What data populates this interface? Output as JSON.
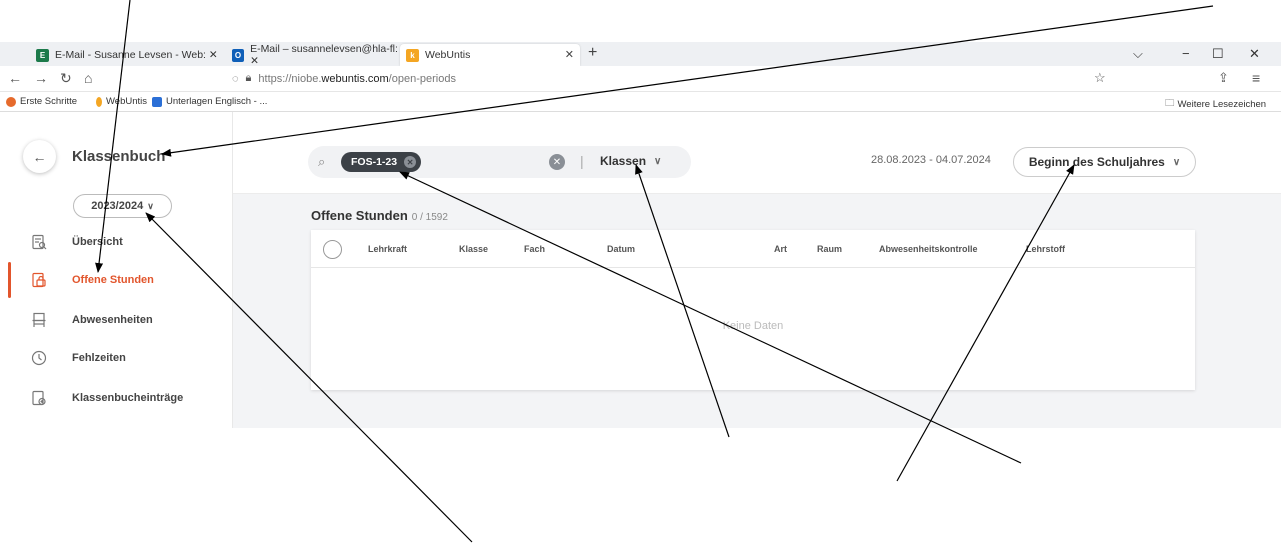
{
  "browser": {
    "tabs": [
      {
        "label": "E-Mail - Susanne Levsen - Web: ✕",
        "x": 0
      },
      {
        "label": "E-Mail – susannelevsen@hla-fl: ✕",
        "x": 0
      },
      {
        "label": "WebUntis",
        "x": 0
      }
    ],
    "new_tab": "+",
    "url_prefix": "https://niobe.",
    "url_domain": "webuntis.com",
    "url_path": "/open-periods",
    "bookmarks": [
      "Erste Schritte",
      "WebUntis",
      "Unterlagen Englisch - ..."
    ],
    "other_bookmarks": "Weitere Lesezeichen"
  },
  "sidebar": {
    "title": "Klassenbuch",
    "school_year": "2023/2024",
    "items": [
      {
        "label": "Übersicht"
      },
      {
        "label": "Offene Stunden"
      },
      {
        "label": "Abwesenheiten"
      },
      {
        "label": "Fehlzeiten"
      },
      {
        "label": "Klassenbucheinträge"
      }
    ]
  },
  "filter": {
    "chip": "FOS-1-23",
    "type": "Klassen",
    "date_range": "28.08.2023 - 04.07.2024",
    "period": "Beginn des Schuljahres"
  },
  "main": {
    "title": "Offene Stunden",
    "count": "0 / 1592",
    "columns": [
      "Lehrkraft",
      "Klasse",
      "Fach",
      "Datum",
      "Art",
      "Raum",
      "Abwesenheitskontrolle",
      "Lehrstoff"
    ],
    "empty_text": "Keine Daten"
  },
  "colors": {
    "accent": "#e2552c",
    "chip": "#3c4147"
  }
}
